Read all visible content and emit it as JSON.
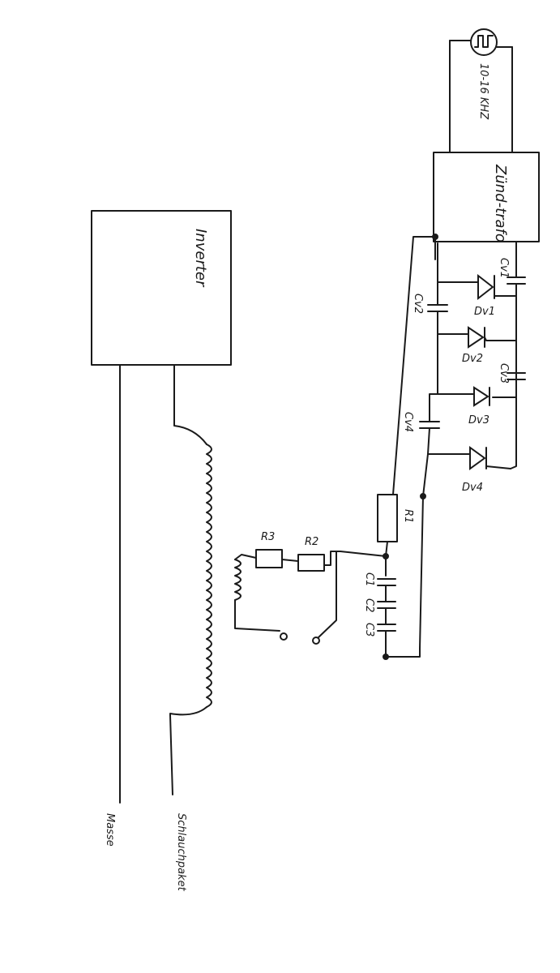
{
  "labels": {
    "inverter": "Inverter",
    "frequency": "10-16 KHZ",
    "zuendtrafo": "Zünd-trafo",
    "masse": "Masse",
    "schlauchpaket": "Schlauchpaket",
    "r1": "R1",
    "r2": "R2",
    "r3": "R3",
    "cv1": "Cv1",
    "cv2": "Cv2",
    "cv3": "Cv3",
    "cv4": "Cv4",
    "dv1": "Dv1",
    "dv2": "Dv2",
    "dv3": "Dv3",
    "dv4": "Dv4",
    "c1": "C1",
    "c2": "C2",
    "c3": "C3"
  }
}
